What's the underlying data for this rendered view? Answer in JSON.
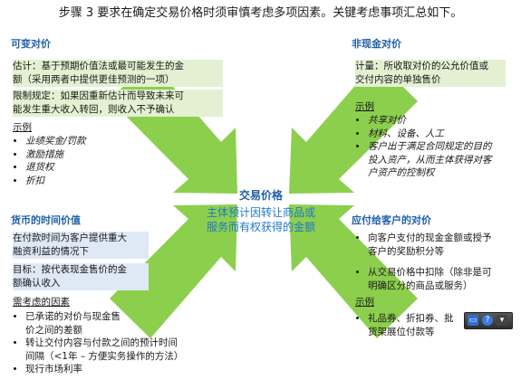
{
  "title": "步骤 3 要求在确定交易价格时须审慎考虑多项因素。关键考虑事项汇总如下。",
  "center": {
    "heading": "交易价格",
    "line1": "主体预计因转让商品或",
    "line2": "服务而有权获得的金额"
  },
  "variable": {
    "heading": "可变对价",
    "estimate_line1": "估计：基于预期价值法或最可能发生的金",
    "estimate_line2": "额（采用两者中提供更佳预测的一项）",
    "limit_line1": "限制规定：如果因重新估计而导致未来可",
    "limit_line2": "能发生重大收入转回，则收入不予确认",
    "examples_label": "示例",
    "examples": [
      "业绩奖金/罚款",
      "激励措施",
      "退货权",
      "折扣"
    ]
  },
  "noncash": {
    "heading": "非现金对价",
    "measure_line1": "计量：所收取对价的公允价值或",
    "measure_line2": "交付内容的单独售价",
    "examples_label": "示例",
    "examples": [
      "共享对价",
      "材料、设备、人工"
    ],
    "example3_line1": "客户出于满足合同规定的目的",
    "example3_line2": "投入资产，从而主体获得对客",
    "example3_line3": "户资产的控制权"
  },
  "time_value": {
    "heading": "货币的时间价值",
    "when_line1": "在付款时间为客户提供重大",
    "when_line2": "融资利益的情况下",
    "goal_line1": "目标：按代表现金售价的金",
    "goal_line2": "额确认收入",
    "factors_label": "需考虑的因素",
    "factor1_line1": "已承诺的对价与现金售",
    "factor1_line2": "价之间的差额",
    "factor2_line1": "转让交付内容与付款之间的预计时间",
    "factor2_line2": "间隔（<1年 – 方便实务操作的方法）",
    "factor3": "现行市场利率"
  },
  "payable": {
    "heading": "应付给客户的对价",
    "item1_line1": "向客户支付的现金金额或授予",
    "item1_line2": "客户的奖励积分等",
    "item2_line1": "从交易价格中扣除（除非是可",
    "item2_line2": "明确区分的商品或服务）",
    "examples_label": "示例",
    "example_line1": "礼品券、折扣券、批",
    "example_line2": "货架展位付款等"
  },
  "colors": {
    "arrow": "#8ccf4d",
    "heading": "#1f5fa8",
    "center_text": "#1f78c8"
  }
}
